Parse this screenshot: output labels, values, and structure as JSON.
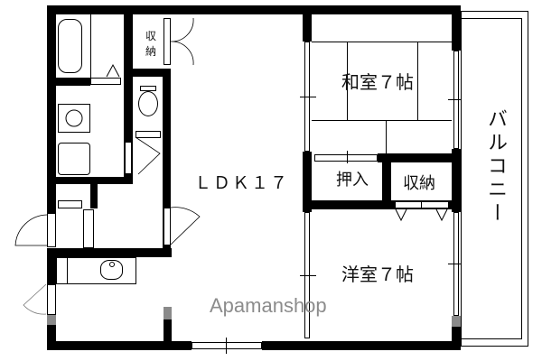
{
  "plan": {
    "rooms": {
      "ldk": "ＬＤＫ１７",
      "washitsu": "和室７帖",
      "youshitsu": "洋室７帖",
      "oshiire": "押入",
      "shuno_right": "収納",
      "shuno_top_line1": "収",
      "shuno_top_line2": "納",
      "balcony": "バルコニー"
    },
    "watermark": "Apamanshop",
    "colors": {
      "wall": "#000000",
      "window_gray": "#8a8a8a",
      "watermark": "#8c8c8c"
    }
  }
}
